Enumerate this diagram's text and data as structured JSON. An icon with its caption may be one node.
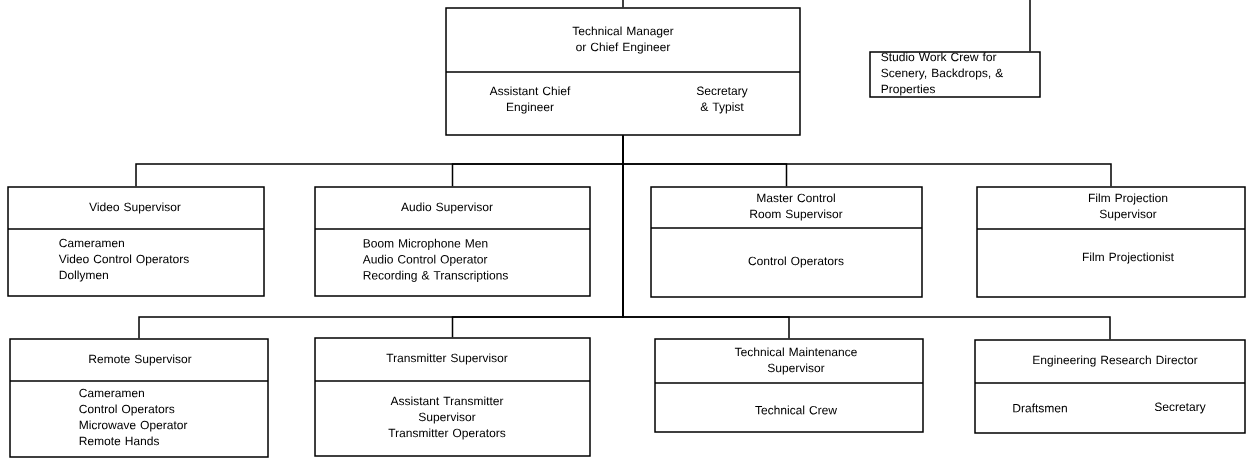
{
  "diagram": {
    "nodes": [
      {
        "text": [
          "Technical Manager or Chief Engineer",
          "Assistant Chief Engineer",
          "Secretary & Typist"
        ]
      },
      {
        "text": [
          "Studio Work Crew for Scenery, Backdrops, & Properties"
        ]
      },
      {
        "text": [
          "Video Supervisor",
          "Cameramen",
          "Video Control Operators",
          "Dollymen"
        ]
      },
      {
        "text": [
          "Audio Supervisor",
          "Boom Microphone Men",
          "Audio Control Operator",
          "Recording & Transcriptions"
        ]
      },
      {
        "text": [
          "Master Control Room Supervisor",
          "Control Operators"
        ]
      },
      {
        "text": [
          "Film Projection Supervisor",
          "Film Projectionist"
        ]
      },
      {
        "text": [
          "Remote Supervisor",
          "Cameramen",
          "Control Operators",
          "Microwave Operator",
          "Remote Hands"
        ]
      },
      {
        "text": [
          "Transmitter Supervisor",
          "Assistant Transmitter Supervisor",
          "Transmitter Operators"
        ]
      },
      {
        "text": [
          "Technical Maintenance Supervisor",
          "Technical Crew"
        ]
      },
      {
        "text": [
          "Engineering Research Director",
          "Draftsmen",
          "Secretary"
        ]
      }
    ],
    "edges": [
      {
        "from": null,
        "to": 0,
        "arrow": "none"
      },
      {
        "from": null,
        "to": 1,
        "arrow": "none"
      },
      {
        "from": 0,
        "to": 2,
        "arrow": "none"
      },
      {
        "from": 0,
        "to": 3,
        "arrow": "none"
      },
      {
        "from": 0,
        "to": 4,
        "arrow": "none"
      },
      {
        "from": 0,
        "to": 5,
        "arrow": "none"
      },
      {
        "from": 0,
        "to": 6,
        "arrow": "none"
      },
      {
        "from": 0,
        "to": 7,
        "arrow": "none"
      },
      {
        "from": 0,
        "to": 8,
        "arrow": "none"
      },
      {
        "from": 0,
        "to": 9,
        "arrow": "none"
      }
    ]
  }
}
